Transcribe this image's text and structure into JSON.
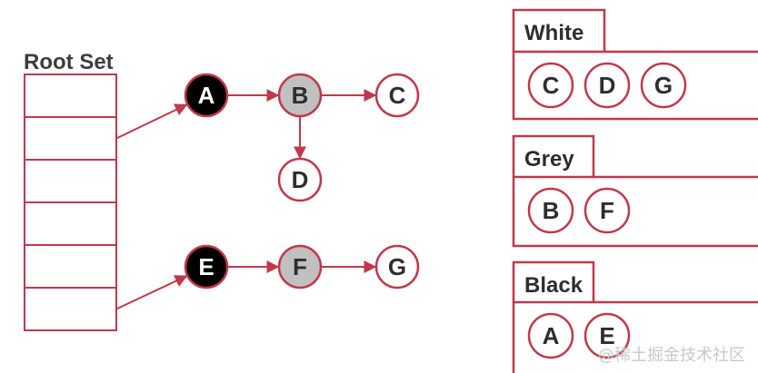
{
  "root_set": {
    "title": "Root Set"
  },
  "graph": {
    "nodes": [
      {
        "id": "A",
        "label": "A",
        "color": "black"
      },
      {
        "id": "B",
        "label": "B",
        "color": "grey"
      },
      {
        "id": "C",
        "label": "C",
        "color": "white"
      },
      {
        "id": "D",
        "label": "D",
        "color": "white"
      },
      {
        "id": "E",
        "label": "E",
        "color": "black"
      },
      {
        "id": "F",
        "label": "F",
        "color": "grey"
      },
      {
        "id": "G",
        "label": "G",
        "color": "white"
      }
    ],
    "edges": [
      {
        "from": "root-slot-1",
        "to": "A"
      },
      {
        "from": "A",
        "to": "B"
      },
      {
        "from": "B",
        "to": "C"
      },
      {
        "from": "B",
        "to": "D"
      },
      {
        "from": "root-slot-5",
        "to": "E"
      },
      {
        "from": "E",
        "to": "F"
      },
      {
        "from": "F",
        "to": "G"
      }
    ]
  },
  "sets": {
    "white": {
      "title": "White",
      "members": [
        "C",
        "D",
        "G"
      ]
    },
    "grey": {
      "title": "Grey",
      "members": [
        "B",
        "F"
      ]
    },
    "black": {
      "title": "Black",
      "members": [
        "A",
        "E"
      ]
    }
  },
  "colors": {
    "accent": "#c0394b",
    "black_fill": "#000000",
    "grey_fill": "#c0c0c0",
    "white_fill": "#ffffff"
  },
  "watermark": "@稀土掘金技术社区"
}
